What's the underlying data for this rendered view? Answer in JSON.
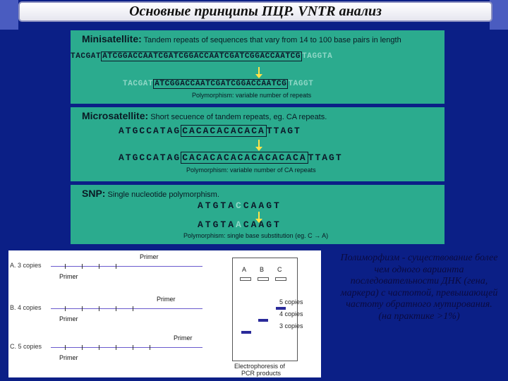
{
  "title": "Основные принципы ПЦР. VNTR анализ",
  "minisatellite": {
    "term": "Minisatellite:",
    "desc": "Tandem repeats of sequences that vary from 14 to 100 base pairs in length",
    "seq1": {
      "flank_l": "TACGAT",
      "repeats": "ATCGGACCAATCGATCGGACCAATCGATCGGACCAATCG",
      "flank_r": "TAGGTA"
    },
    "seq2": {
      "flank_l": "TACGAT",
      "repeats": "ATCGGACCAATCGATCGGACCAATCG",
      "flank_r": "TAGGT"
    },
    "caption": "Polymorphism: variable number of repeats"
  },
  "microsatellite": {
    "term": "Microsatellite:",
    "desc": "Short secuence of tandem repeats, eg. CA repeats.",
    "seq1": {
      "flank_l": "ATGCCATAG",
      "repeats": "CACACACACACA",
      "flank_r": "TTAGT"
    },
    "seq2": {
      "flank_l": "ATGCCATAG",
      "repeats": "CACACACACACACACACA",
      "flank_r": "TTAGT"
    },
    "caption": "Polymorphism: variable number of CA repeats"
  },
  "snp": {
    "term": "SNP:",
    "desc": "Single nucleotide polymorphism.",
    "seq1": {
      "pre": "ATGTA",
      "base": "C",
      "post": "CAAGT"
    },
    "seq2": {
      "pre": "ATGTA",
      "base": "A",
      "post": "CAAGT"
    },
    "caption": "Polymorphism: single base substitution (eg. C → A)"
  },
  "pcr_figure": {
    "rows": [
      {
        "label": "A. 3 copies",
        "ticks": 4
      },
      {
        "label": "B. 4 copies",
        "ticks": 5
      },
      {
        "label": "C. 5 copies",
        "ticks": 6
      }
    ],
    "primer_label": "Primer",
    "lanes": [
      "A",
      "B",
      "C"
    ],
    "band_labels": [
      "5 copies",
      "4 copies",
      "3 copies"
    ],
    "gel_caption_1": "Electrophoresis of",
    "gel_caption_2": "PCR products"
  },
  "definition": "Полиморфизм - существование более чем одного варианта последовательности ДНК (гена, маркера) с частотой, превышающей частоту обратного мутирования. (на практике >1%)",
  "colors": {
    "background": "#0b1f86",
    "panel": "#2bab8e",
    "arrow": "#ffe24a",
    "band": "#2a2a9a"
  }
}
